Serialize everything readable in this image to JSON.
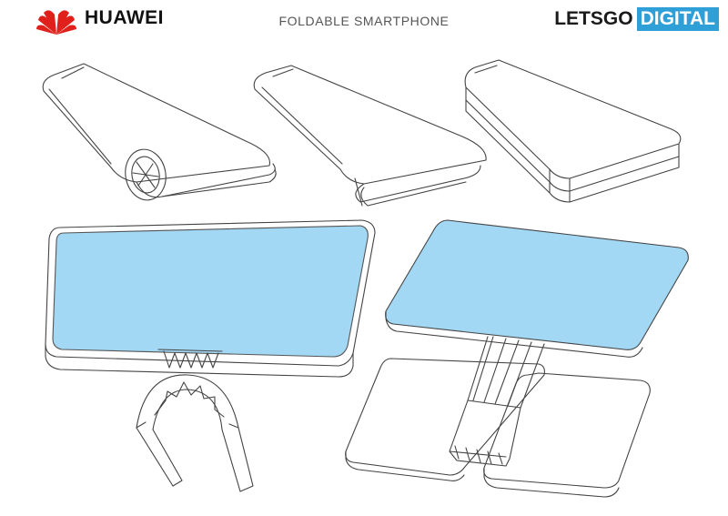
{
  "header": {
    "brand": "HUAWEI",
    "title": "FOLDABLE SMARTPHONE",
    "site_part1": "LETSGO",
    "site_part2": "DIGITAL"
  },
  "colors": {
    "logo_red": "#e0201b",
    "screen_blue": "#a3d8f4",
    "line": "#444444",
    "site_accent": "#2f9fd8"
  },
  "icons": [
    "huawei-logo"
  ]
}
